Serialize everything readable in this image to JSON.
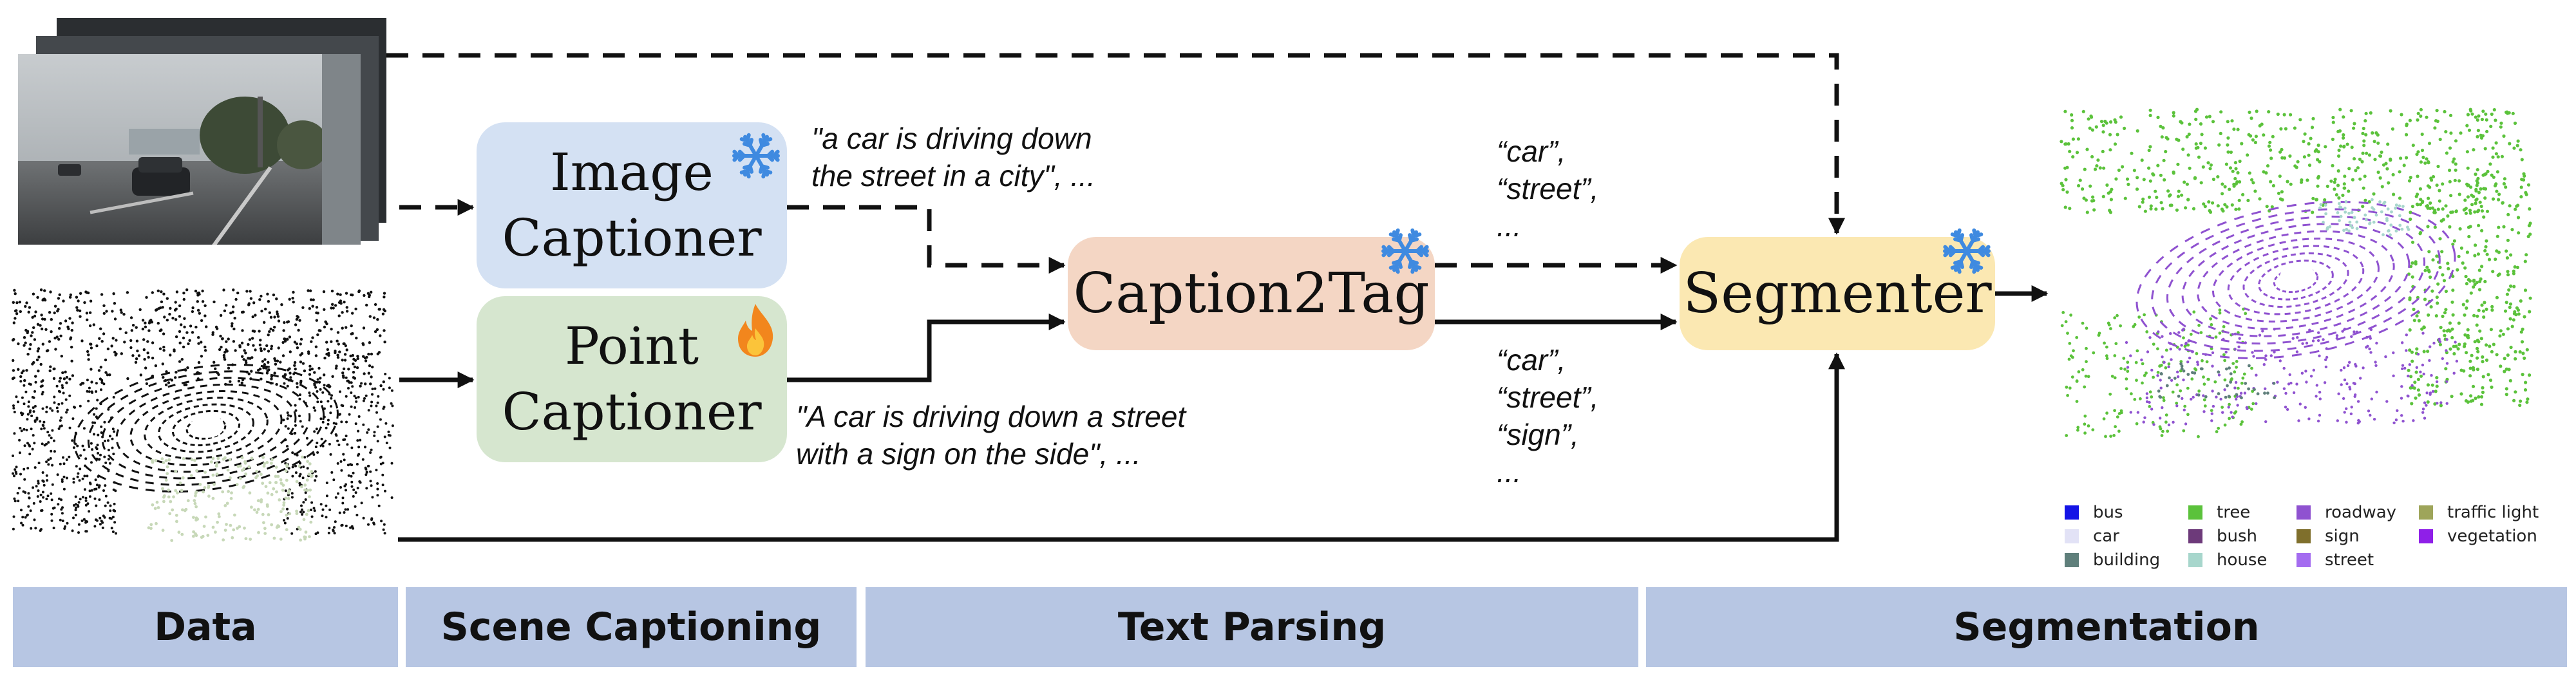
{
  "boxes": {
    "image_captioner": [
      "Image",
      "Captioner"
    ],
    "point_captioner": [
      "Point",
      "Captioner"
    ],
    "caption2tag": "Caption2Tag",
    "segmenter": "Segmenter"
  },
  "captions": {
    "image_caption": [
      "\"a car is driving down",
      "the street in a city\", ..."
    ],
    "point_caption": [
      "\"A car is driving down a street",
      "with a sign on the side\", ..."
    ]
  },
  "tags": {
    "from_image": [
      "“car”,",
      "“street”,",
      "..."
    ],
    "from_point": [
      "“car”,",
      "“street”,",
      "“sign”,",
      "..."
    ]
  },
  "stages": [
    "Data",
    "Scene Captioning",
    "Text Parsing",
    "Segmentation"
  ],
  "icons": {
    "image_captioner": "snowflake-icon",
    "point_captioner": "flame-icon",
    "caption2tag": "snowflake-icon",
    "segmenter": "snowflake-icon"
  },
  "legend": [
    {
      "label": "bus",
      "color": "#1414e6"
    },
    {
      "label": "car",
      "color": "#e2e2f6"
    },
    {
      "label": "building",
      "color": "#5f7f7b"
    },
    {
      "label": "tree",
      "color": "#5bc23b"
    },
    {
      "label": "bush",
      "color": "#6d3a7a"
    },
    {
      "label": "house",
      "color": "#a7d6cc"
    },
    {
      "label": "roadway",
      "color": "#8f52d0"
    },
    {
      "label": "sign",
      "color": "#7f6f2c"
    },
    {
      "label": "street",
      "color": "#a46cf0"
    },
    {
      "label": "traffic light",
      "color": "#9ea55a"
    },
    {
      "label": "vegetation",
      "color": "#8f1fe8"
    }
  ],
  "colors": {
    "image_captioner_fill": "#d4e1f3",
    "point_captioner_fill": "#d6e6cf",
    "caption2tag_fill": "#f4d6c4",
    "segmenter_fill": "#fbe8b2",
    "stage_band_fill": "#b7c6e3",
    "snowflake": "#3f8ae0",
    "flame": "#f2861d",
    "segmentation_green": "#5bc23b",
    "segmentation_purple": "#8f52d0"
  }
}
